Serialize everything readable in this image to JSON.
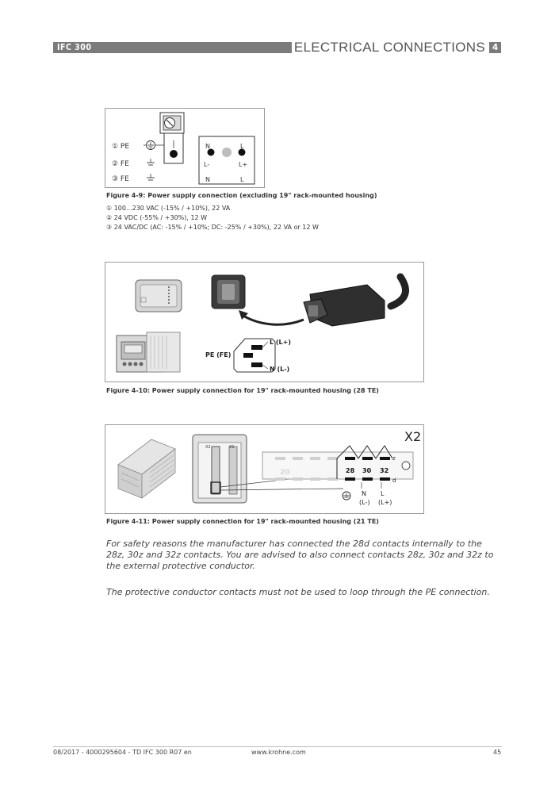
{
  "header": {
    "doc_label": "IFC 300",
    "section_title": "ELECTRICAL CONNECTIONS",
    "chapter_number": "4"
  },
  "figure_4_9": {
    "caption": "Figure 4-9: Power supply connection (excluding 19\" rack-mounted housing)",
    "diagram_labels": {
      "row1": "① PE",
      "row2": "② FE",
      "row3": "③ FE",
      "top_left": "N",
      "top_right": "L",
      "mid_left": "L-",
      "mid_right": "L+",
      "bottom_left": "N",
      "bottom_right": "L"
    },
    "legend": [
      "① 100...230 VAC (-15% / +10%), 22 VA",
      "② 24 VDC (-55% / +30%), 12 W",
      "③ 24 VAC/DC (AC: -15% / +10%; DC: -25% / +30%), 22 VA or 12 W"
    ]
  },
  "figure_4_10": {
    "caption": "Figure 4-10: Power supply connection for 19\" rack-mounted housing (28 TE)",
    "labels": {
      "l": "L (L+)",
      "pe": "PE (FE)",
      "n": "N (L-)"
    }
  },
  "figure_4_11": {
    "caption": "Figure 4-11: Power supply connection for 19\" rack-mounted housing (21 TE)",
    "labels": {
      "x2_large": "X2",
      "x2_small": "X2",
      "x1_small": "X1",
      "z": "z",
      "d": "d",
      "c28": "28",
      "c30": "30",
      "c32": "32",
      "c20": "20",
      "n": "N",
      "n_sub": "(L-)",
      "l": "L",
      "l_sub": "(L+)"
    }
  },
  "paragraphs": [
    "For safety reasons the manufacturer has connected the 28d contacts internally to the 28z, 30z and 32z contacts. You are advised to also connect contacts 28z, 30z and 32z to the external protective conductor.",
    "The protective conductor contacts must not be used to loop through the PE connection."
  ],
  "footer": {
    "left": "08/2017 - 4000295604 - TD IFC 300 R07 en",
    "center": "www.krohne.com",
    "page": "45"
  }
}
